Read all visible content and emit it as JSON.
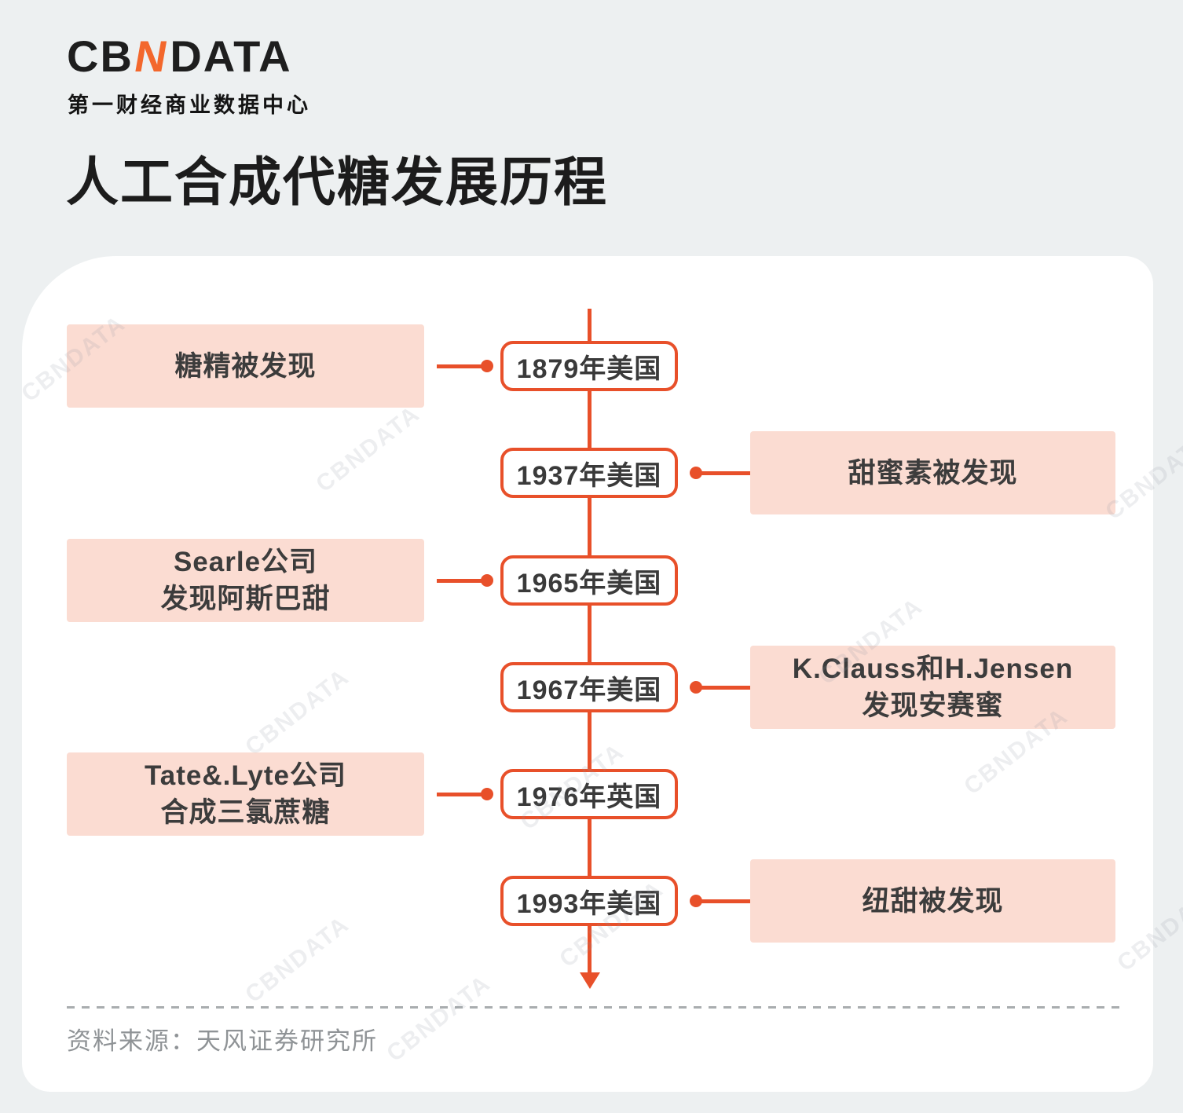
{
  "brand": {
    "logo_cb": "CB",
    "logo_n": "N",
    "logo_data": "DATA",
    "subtitle": "第一财经商业数据中心"
  },
  "title": "人工合成代糖发展历程",
  "timeline": {
    "entries": [
      {
        "date": "1879年美国",
        "side": "left",
        "line1": "糖精被发现"
      },
      {
        "date": "1937年美国",
        "side": "right",
        "line1": "甜蜜素被发现"
      },
      {
        "date": "1965年美国",
        "side": "left",
        "line1": "Searle公司",
        "line2": "发现阿斯巴甜"
      },
      {
        "date": "1967年美国",
        "side": "right",
        "line1": "K.Clauss和H.Jensen",
        "line2": "发现安赛蜜"
      },
      {
        "date": "1976年英国",
        "side": "left",
        "line1": "Tate&.Lyte公司",
        "line2": "合成三氯蔗糖"
      },
      {
        "date": "1993年美国",
        "side": "right",
        "line1": "纽甜被发现"
      }
    ]
  },
  "source": "资料来源：天风证券研究所",
  "watermark": "CBNDATA",
  "colors": {
    "accent": "#E8502A",
    "logo_orange": "#F3672C",
    "pink_box": "#FBDCD2",
    "page_background": "#EDF0F1",
    "panel_background": "#FFFFFF",
    "title_text": "#1C1C1C",
    "box_text": "#3C3C3C",
    "source_text": "#8F9396"
  }
}
